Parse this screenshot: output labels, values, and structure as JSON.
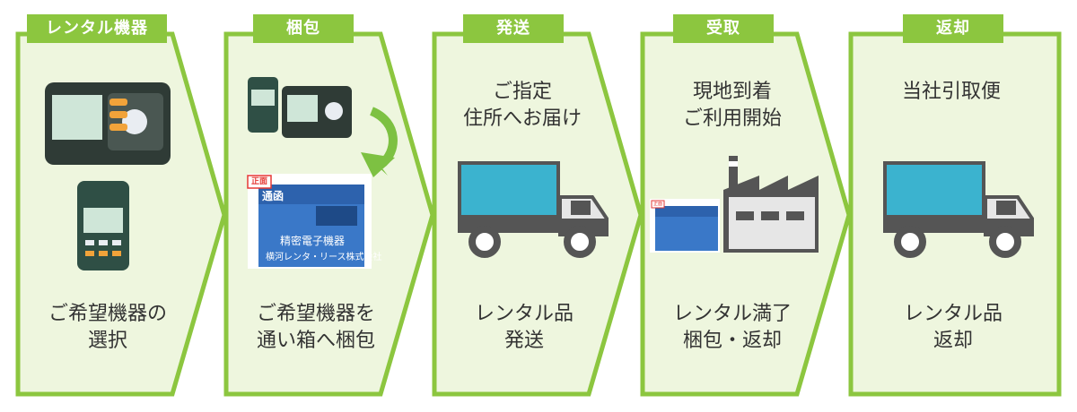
{
  "colors": {
    "panel_fill": "#eef6de",
    "panel_border": "#8cc63f",
    "badge": "#8cc63f",
    "truck_cargo": "#3bb3cf",
    "arrow": "#7dc142",
    "stamp": "#e53935"
  },
  "steps": [
    {
      "badge": "レンタル機器",
      "top_text": [],
      "bottom_text": [
        "ご希望機器の",
        "選択"
      ]
    },
    {
      "badge": "梱包",
      "top_text": [],
      "bottom_text": [
        "ご希望機器を",
        "通い箱へ梱包"
      ],
      "box_stamp": "正面",
      "box_lines": [
        "通函",
        "精密電子機器",
        "横河レンタ・リース株式会社"
      ]
    },
    {
      "badge": "発送",
      "top_text": [
        "ご指定",
        "住所へお届け"
      ],
      "bottom_text": [
        "レンタル品",
        "発送"
      ]
    },
    {
      "badge": "受取",
      "top_text": [
        "現地到着",
        "ご利用開始"
      ],
      "bottom_text": [
        "レンタル満了",
        "梱包・返却"
      ],
      "box_stamp": "正面"
    },
    {
      "badge": "返却",
      "top_text": [
        "当社引取便"
      ],
      "bottom_text": [
        "レンタル品",
        "返却"
      ]
    }
  ]
}
